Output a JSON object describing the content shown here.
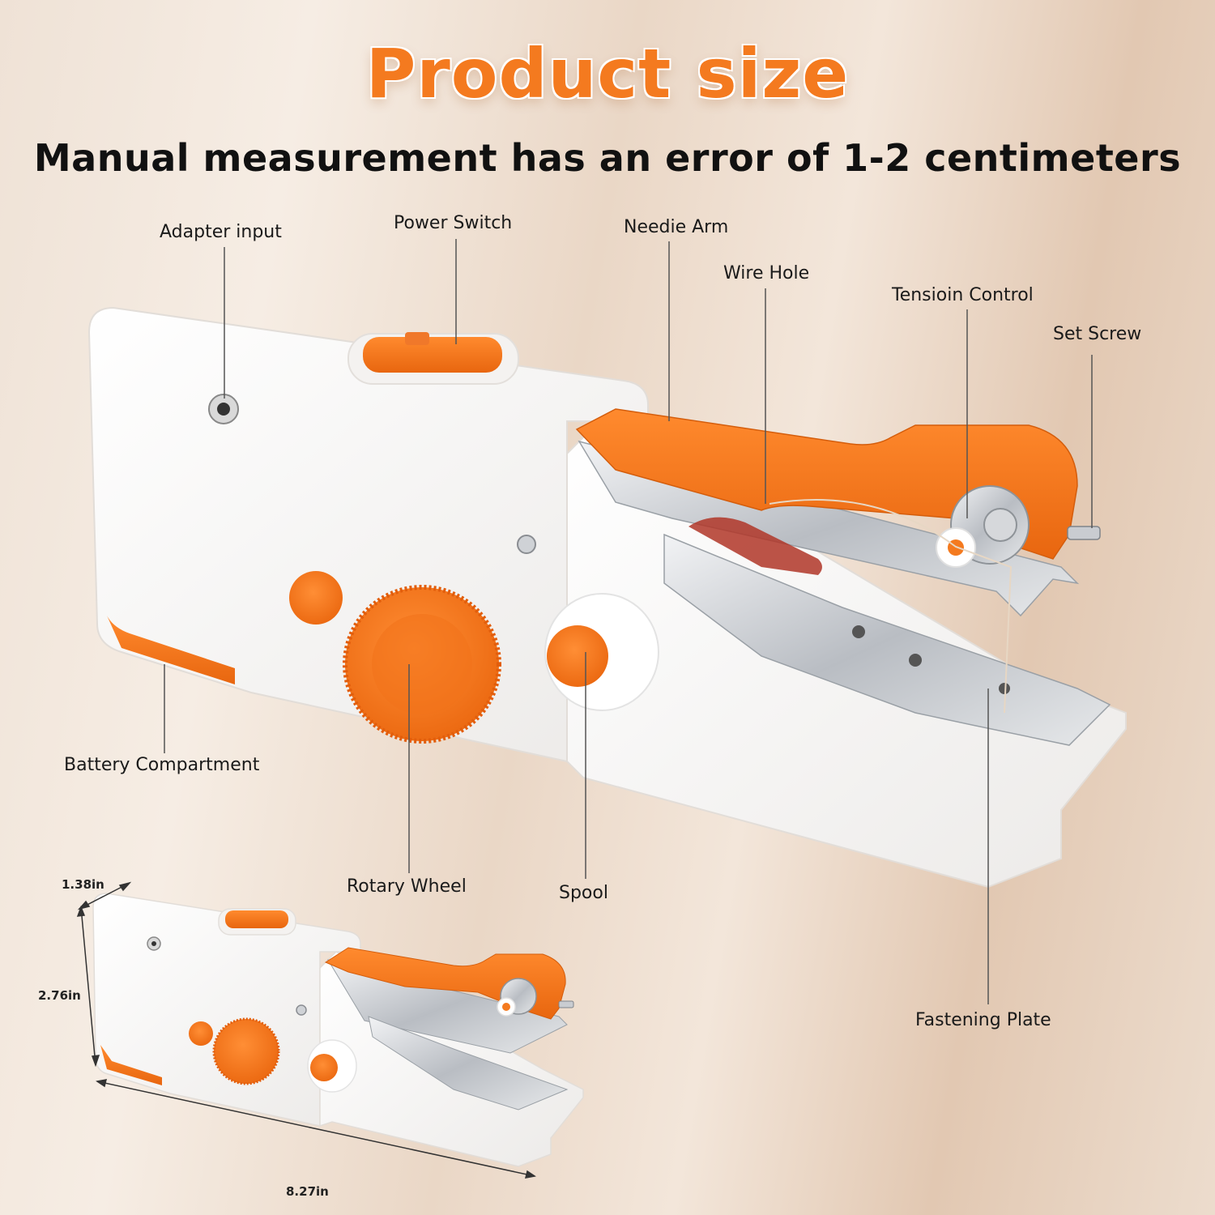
{
  "title": "Product size",
  "subtitle": "Manual measurement has an error of 1-2 centimeters",
  "callouts": {
    "adapter_input": "Adapter input",
    "power_switch": "Power Switch",
    "needle_arm": "Needie Arm",
    "wire_hole": "Wire Hole",
    "tension_control": "Tensioin Control",
    "set_screw": "Set Screw",
    "battery_compartment": "Battery Compartment",
    "rotary_wheel": "Rotary Wheel",
    "spool": "Spool",
    "fastening_plate": "Fastening Plate"
  },
  "dimensions": {
    "depth": "1.38in",
    "height": "2.76in",
    "length": "8.27in"
  },
  "colors": {
    "accent": "#f47a1f",
    "body": "#ffffff",
    "metal": "#c9ccd1",
    "text": "#1a1a1a"
  }
}
